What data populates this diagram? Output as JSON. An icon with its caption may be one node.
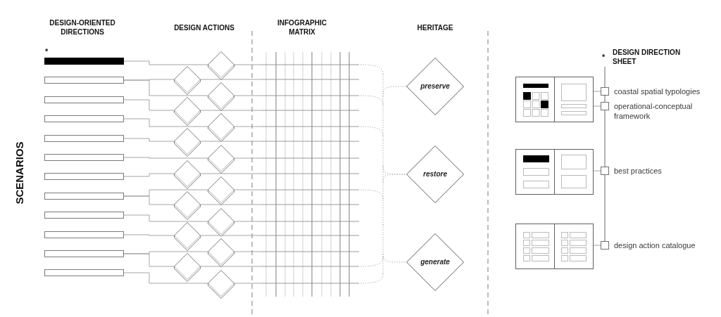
{
  "diagram": {
    "nodes": [
      {
        "text": [],
        "shape": "bar",
        "beside": [
          "*"
        ]
      },
      {
        "text": [],
        "shape": "bar"
      },
      {
        "text": [],
        "shape": "bar"
      },
      {
        "text": [],
        "shape": "bar"
      },
      {
        "text": [],
        "shape": "bar"
      },
      {
        "text": [],
        "shape": "bar"
      },
      {
        "text": [],
        "shape": "bar"
      },
      {
        "text": [],
        "shape": "bar"
      },
      {
        "text": [],
        "shape": "bar"
      },
      {
        "text": [],
        "shape": "bar"
      },
      {
        "text": [],
        "shape": "bar"
      },
      {
        "text": [],
        "shape": "bar"
      },
      {
        "text": [],
        "shape": "diamond"
      },
      {
        "text": [],
        "shape": "diamond"
      },
      {
        "text": [],
        "shape": "diamond"
      },
      {
        "text": [],
        "shape": "diamond"
      },
      {
        "text": [],
        "shape": "diamond"
      },
      {
        "text": [],
        "shape": "diamond"
      },
      {
        "text": [],
        "shape": "diamond"
      },
      {
        "text": [],
        "shape": "diamond"
      },
      {
        "text": [],
        "shape": "diamond"
      },
      {
        "text": [],
        "shape": "diamond"
      },
      {
        "text": [],
        "shape": "diamond"
      },
      {
        "text": [],
        "shape": "diamond"
      },
      {
        "text": [],
        "shape": "diamond"
      },
      {
        "text": [],
        "shape": "diamond"
      },
      {
        "text": [],
        "shape": "diamond"
      },
      {
        "text": [],
        "shape": "grid"
      },
      {
        "text": [
          "preserve"
        ]
      },
      {
        "text": [
          "restore"
        ]
      },
      {
        "text": [
          "generate"
        ]
      },
      {
        "text": [
          "DESIGN DIRECTION SHEET"
        ],
        "beside": [
          "*"
        ]
      },
      {
        "text": [],
        "shape": "picture"
      },
      {
        "text": [],
        "shape": "box",
        "beside": [
          "coastal spatial typologies"
        ]
      },
      {
        "text": [],
        "shape": "box",
        "beside": [
          "operational-conceptual framework"
        ]
      },
      {
        "text": [],
        "shape": "picture"
      },
      {
        "text": [],
        "shape": "box",
        "beside": [
          "best practices"
        ]
      },
      {
        "text": [],
        "shape": "picture"
      },
      {
        "text": [],
        "shape": "box",
        "beside": [
          "design action catalogue"
        ]
      }
    ],
    "edges": [
      {
        "from": 0,
        "to": 12,
        "arrow": "none"
      },
      {
        "from": 1,
        "to": 13,
        "arrow": "none"
      },
      {
        "from": 1,
        "to": 14,
        "arrow": "none"
      },
      {
        "from": 2,
        "to": 15,
        "arrow": "none"
      },
      {
        "from": 3,
        "to": 16,
        "arrow": "none"
      },
      {
        "from": 4,
        "to": 17,
        "arrow": "none"
      },
      {
        "from": 5,
        "to": 18,
        "arrow": "none"
      },
      {
        "from": 6,
        "to": 19,
        "arrow": "none"
      },
      {
        "from": 7,
        "to": 20,
        "arrow": "none"
      },
      {
        "from": 7,
        "to": 21,
        "arrow": "none"
      },
      {
        "from": 8,
        "to": 22,
        "arrow": "none"
      },
      {
        "from": 9,
        "to": 23,
        "arrow": "none"
      },
      {
        "from": 10,
        "to": 24,
        "arrow": "none"
      },
      {
        "from": 10,
        "to": 25,
        "arrow": "none"
      },
      {
        "from": 11,
        "to": 26,
        "arrow": "none"
      },
      {
        "from": 12,
        "to": 27,
        "arrow": "none"
      },
      {
        "from": 13,
        "to": 27,
        "arrow": "none"
      },
      {
        "from": 14,
        "to": 27,
        "arrow": "none"
      },
      {
        "from": 15,
        "to": 27,
        "arrow": "none"
      },
      {
        "from": 16,
        "to": 27,
        "arrow": "none"
      },
      {
        "from": 17,
        "to": 27,
        "arrow": "none"
      },
      {
        "from": 18,
        "to": 27,
        "arrow": "none"
      },
      {
        "from": 19,
        "to": 27,
        "arrow": "none"
      },
      {
        "from": 20,
        "to": 27,
        "arrow": "none"
      },
      {
        "from": 21,
        "to": 27,
        "arrow": "none"
      },
      {
        "from": 22,
        "to": 27,
        "arrow": "none"
      },
      {
        "from": 23,
        "to": 27,
        "arrow": "none"
      },
      {
        "from": 24,
        "to": 27,
        "arrow": "none"
      },
      {
        "from": 25,
        "to": 27,
        "arrow": "none"
      },
      {
        "from": 26,
        "to": 27,
        "arrow": "none"
      },
      {
        "from": 27,
        "to": 28,
        "arrow": "none",
        "style": "dashed"
      },
      {
        "from": 27,
        "to": 29,
        "arrow": "none",
        "style": "dashed"
      },
      {
        "from": 27,
        "to": 30,
        "arrow": "none",
        "style": "dashed"
      },
      {
        "from": 31,
        "to": 33,
        "arrow": "none"
      },
      {
        "from": 33,
        "to": 34,
        "arrow": "none"
      },
      {
        "from": 34,
        "to": 36,
        "arrow": "none"
      },
      {
        "from": 36,
        "to": 38,
        "arrow": "none"
      },
      {
        "from": 32,
        "to": 33,
        "arrow": "none"
      },
      {
        "from": 32,
        "to": 34,
        "arrow": "none"
      },
      {
        "from": 35,
        "to": 36,
        "arrow": "none"
      },
      {
        "from": 37,
        "to": 38,
        "arrow": "none"
      }
    ],
    "labels": [
      "DESIGN-ORIENTED DIRECTIONS",
      "DESIGN ACTIONS",
      "INFOGRAPHIC MATRIX",
      "HERITAGE",
      "SCENARIOS"
    ]
  }
}
